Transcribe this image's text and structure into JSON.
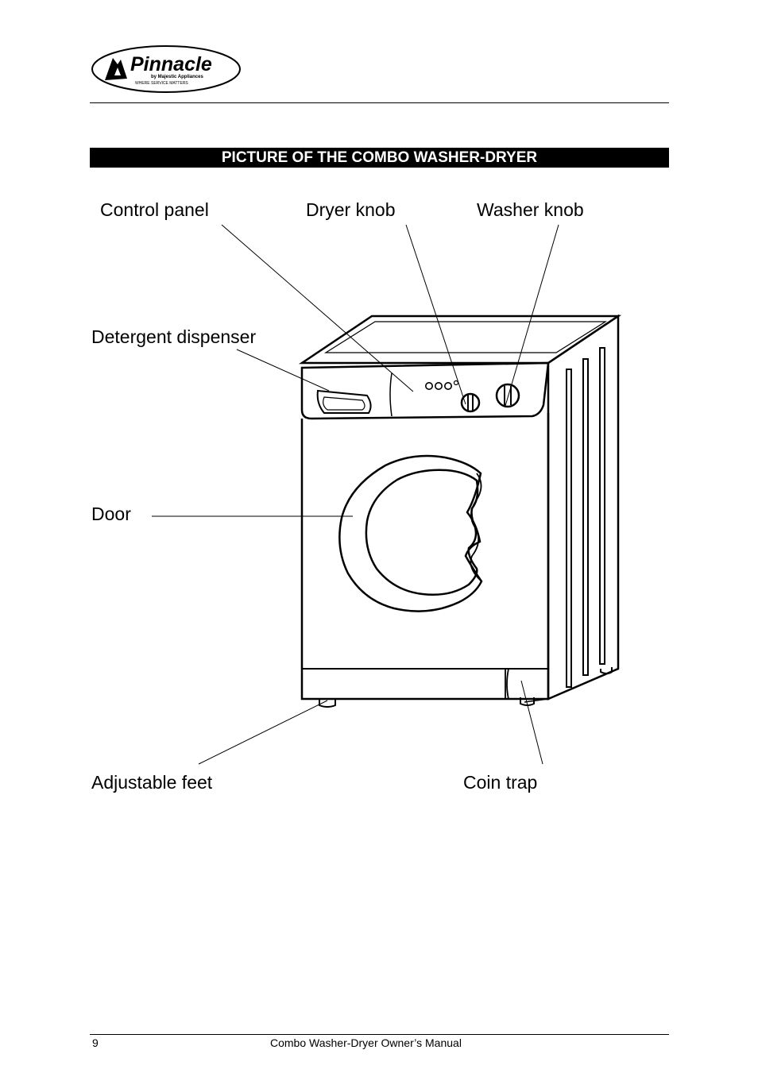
{
  "header": {
    "logo": {
      "brand": "Pinnacle",
      "subline": "by Majestic Appliances",
      "tagline": "WHERE SERVICE MATTERS"
    }
  },
  "section": {
    "title": "PICTURE OF THE COMBO WASHER-DRYER"
  },
  "diagram": {
    "labels": {
      "control_panel": "Control panel",
      "dryer_knob": "Dryer knob",
      "washer_knob": "Washer knob",
      "detergent_dispenser": "Detergent dispenser",
      "door": "Door",
      "adjustable_feet": "Adjustable feet",
      "coin_trap": "Coin trap"
    }
  },
  "footer": {
    "page_number": "9",
    "manual_title": "Combo Washer-Dryer Owner’s Manual"
  }
}
